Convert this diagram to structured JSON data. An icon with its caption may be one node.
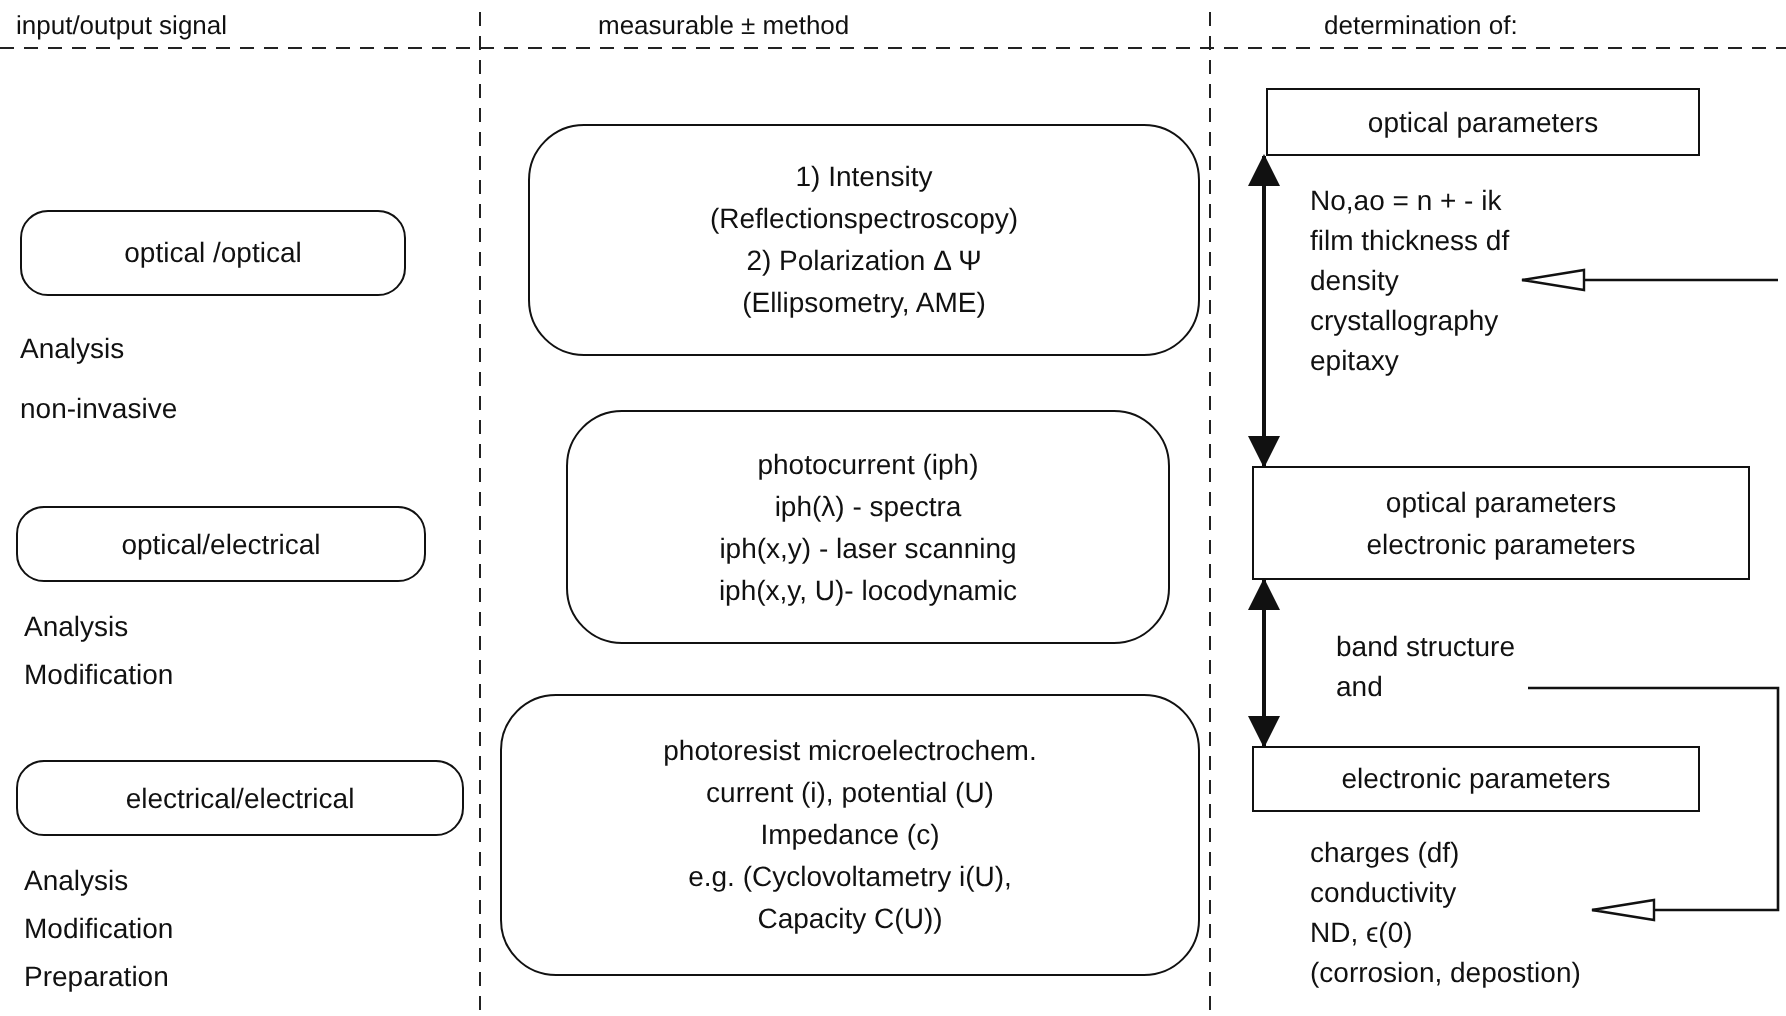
{
  "diagram": {
    "nodes": [
      {
        "text": [
          "optical /optical"
        ],
        "beside": [
          "Analysis",
          "non-invasive"
        ]
      },
      {
        "text": [
          "optical/electrical"
        ],
        "beside": [
          "Analysis",
          "Modification"
        ]
      },
      {
        "text": [
          "electrical/electrical"
        ],
        "beside": [
          "Analysis",
          "Modification",
          "Preparation"
        ]
      },
      {
        "text": [
          "1) Intensity",
          "(Reflectionspectroscopy)",
          "2) Polarization  Δ  Ψ",
          "(Ellipsometry, AME)"
        ]
      },
      {
        "text": [
          "photocurrent (iph)",
          "iph(λ) - spectra",
          "iph(x,y) - laser scanning",
          "iph(x,y, U)- locodynamic"
        ]
      },
      {
        "text": [
          "photoresist microelectrochem.",
          "current (i), potential (U)",
          "Impedance (c)",
          "e.g. (Cyclovoltametry i(U), Capacity C(U))"
        ]
      },
      {
        "text": [
          "optical parameters"
        ]
      },
      {
        "text": [
          "No,ao = n + - ik",
          "film thickness df",
          "density",
          "crystallography",
          "epitaxy"
        ]
      },
      {
        "text": [
          "optical parameters",
          "electronic parameters"
        ]
      },
      {
        "text": [
          "band structure",
          "and"
        ]
      },
      {
        "text": [
          "electronic parameters"
        ]
      },
      {
        "text": [
          "charges (df)",
          "conductivity",
          "ND,  ϵ(0)",
          "(corrosion, depostion)"
        ]
      }
    ],
    "edges": [
      {
        "from": 6,
        "to": 8,
        "arrow": "both"
      },
      {
        "from": 8,
        "to": 10,
        "arrow": "both"
      },
      {
        "from": null,
        "to": 7,
        "arrow": "to"
      },
      {
        "from": 9,
        "to": 11,
        "arrow": "to"
      }
    ],
    "labels": [
      "input/output signal",
      "measurable ± method",
      "determination of:"
    ]
  }
}
